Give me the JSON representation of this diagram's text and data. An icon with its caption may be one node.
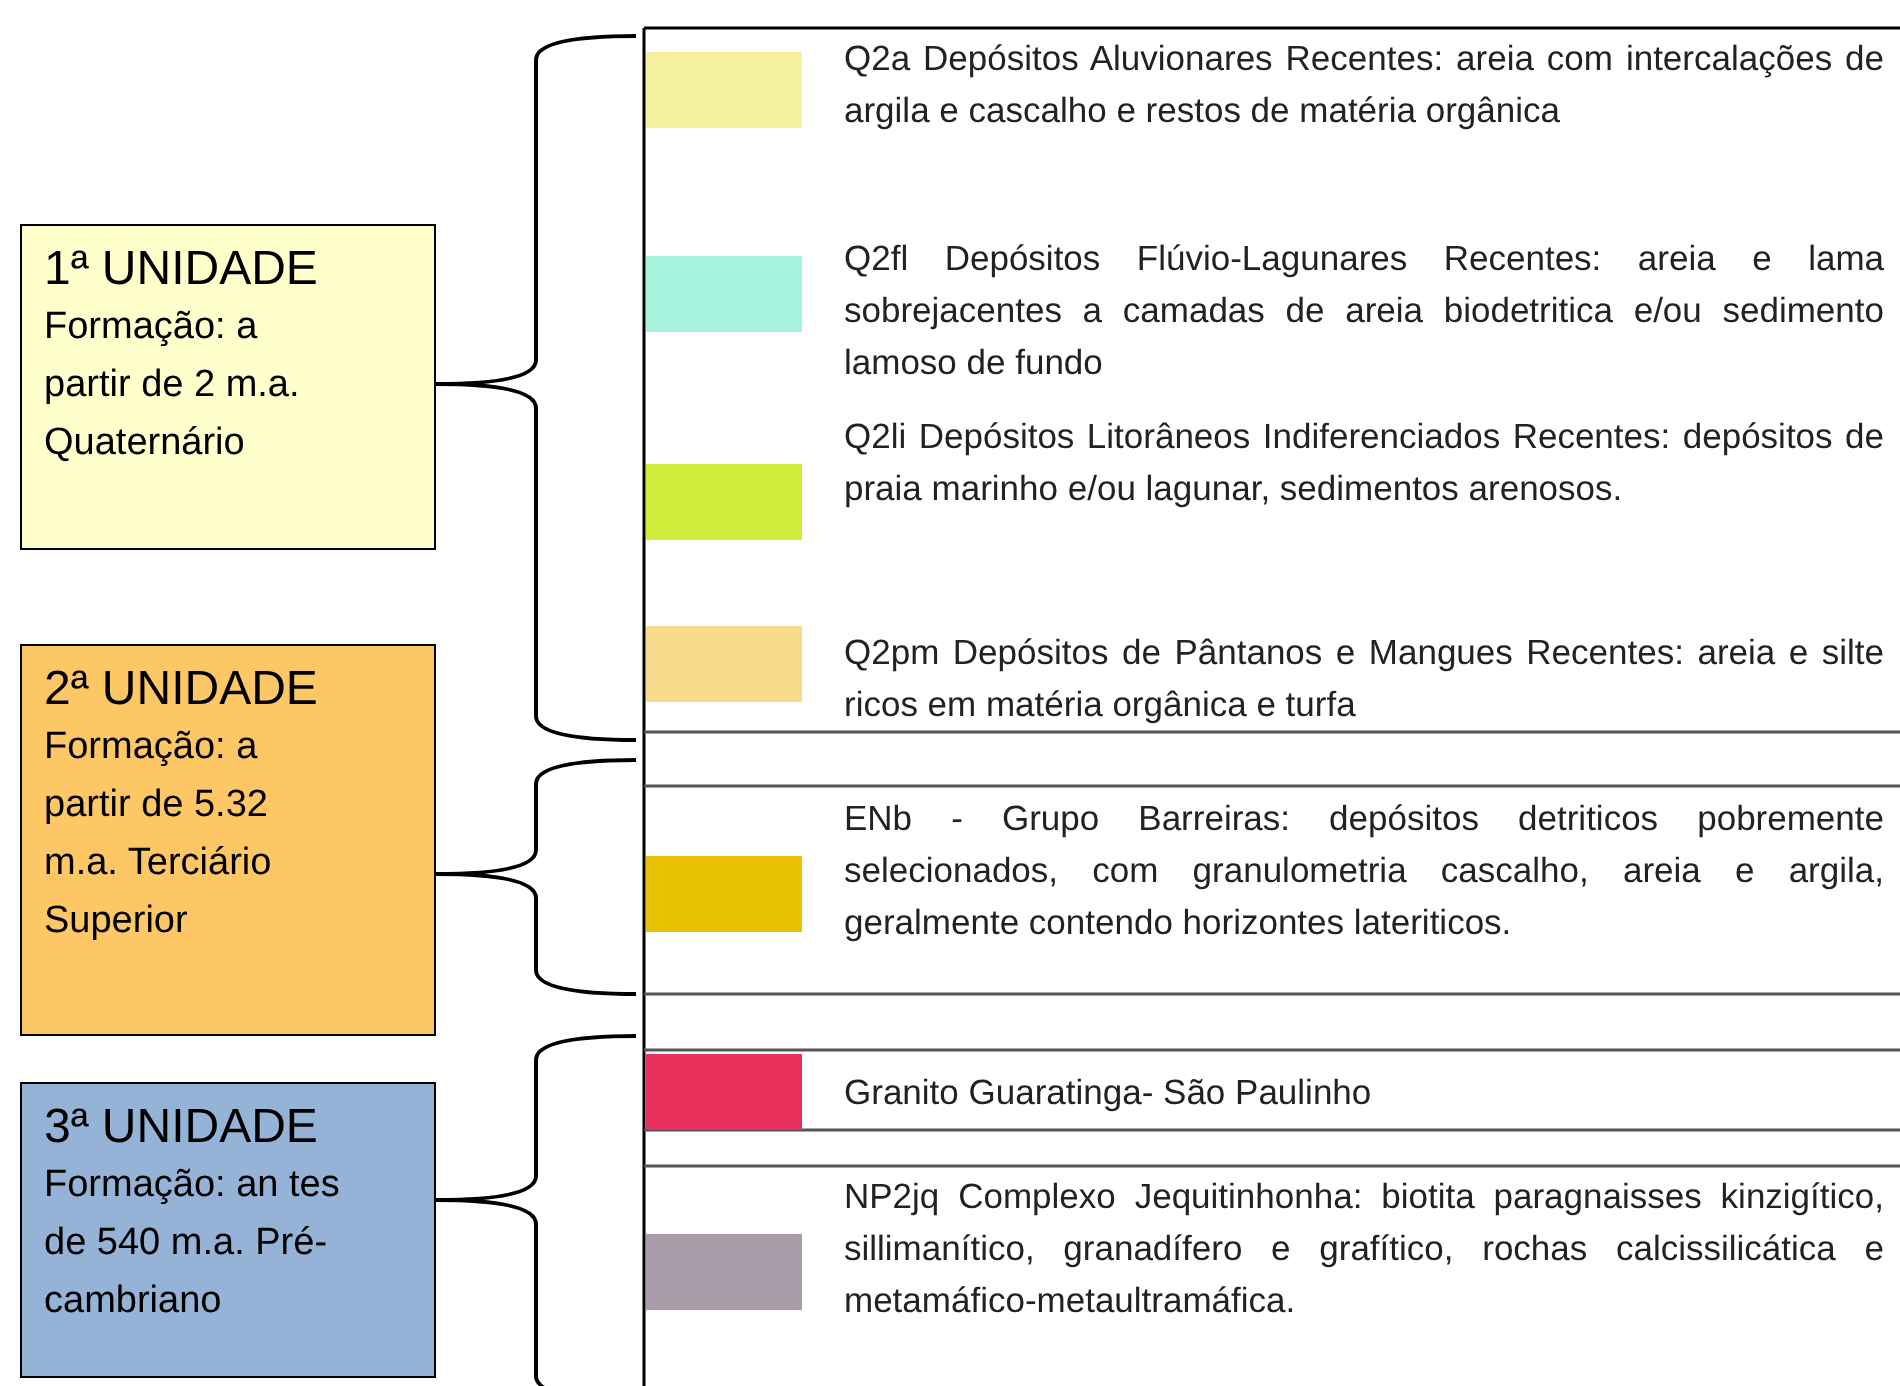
{
  "diagram": {
    "nodes": [
      {
        "text": [
          "1ª UNIDADE",
          "Formação: a partir de 2 m.a. Quaternário"
        ]
      },
      {
        "text": [
          "2ª UNIDADE",
          "Formação: a partir de 5.32 m.a. Terciário Superior"
        ]
      },
      {
        "text": [
          "3ª UNIDADE",
          "Formação: an tes de 540 m.a. Pré-cambriano"
        ]
      }
    ],
    "edges": [],
    "legend": [
      {
        "text": "Q2a Depósitos Aluvionares Recentes: areia com intercalações de argila e cascalho e restos de matéria orgânica",
        "color": "#f5f0a0"
      },
      {
        "text": "Q2fl Depósitos Flúvio-Lagunares Recentes: areia e lama sobrejacentes a camadas de areia biodetritica e/ou sedimento lamoso de fundo",
        "color": "#a6f2dc"
      },
      {
        "text": "Q2li Depósitos Litorâneos Indiferenciados Recentes: depósitos de praia marinho e/ou lagunar, sedimentos arenosos.",
        "color": "#d2ec3a"
      },
      {
        "text": "Q2pm Depósitos de Pântanos e Mangues Recentes: areia e silte ricos em matéria orgânica e turfa",
        "color": "#f8dc8e"
      },
      {
        "text": "ENb - Grupo Barreiras: depósitos detriticos pobremente selecionados, com granulometria cascalho, areia e argila, geralmente contendo horizontes lateriticos.",
        "color": "#e8c202"
      },
      {
        "text": "Granito Guaratinga- São Paulinho",
        "color": "#e8325c"
      },
      {
        "text": "NP2jq Complexo Jequitinhonha: biotita paragnaisses kinzigítico, sillimanítico, granadífero e grafítico, rochas calcissilicática e metamáfico-metaultramáfica.",
        "color": "#a89ca8"
      }
    ]
  }
}
